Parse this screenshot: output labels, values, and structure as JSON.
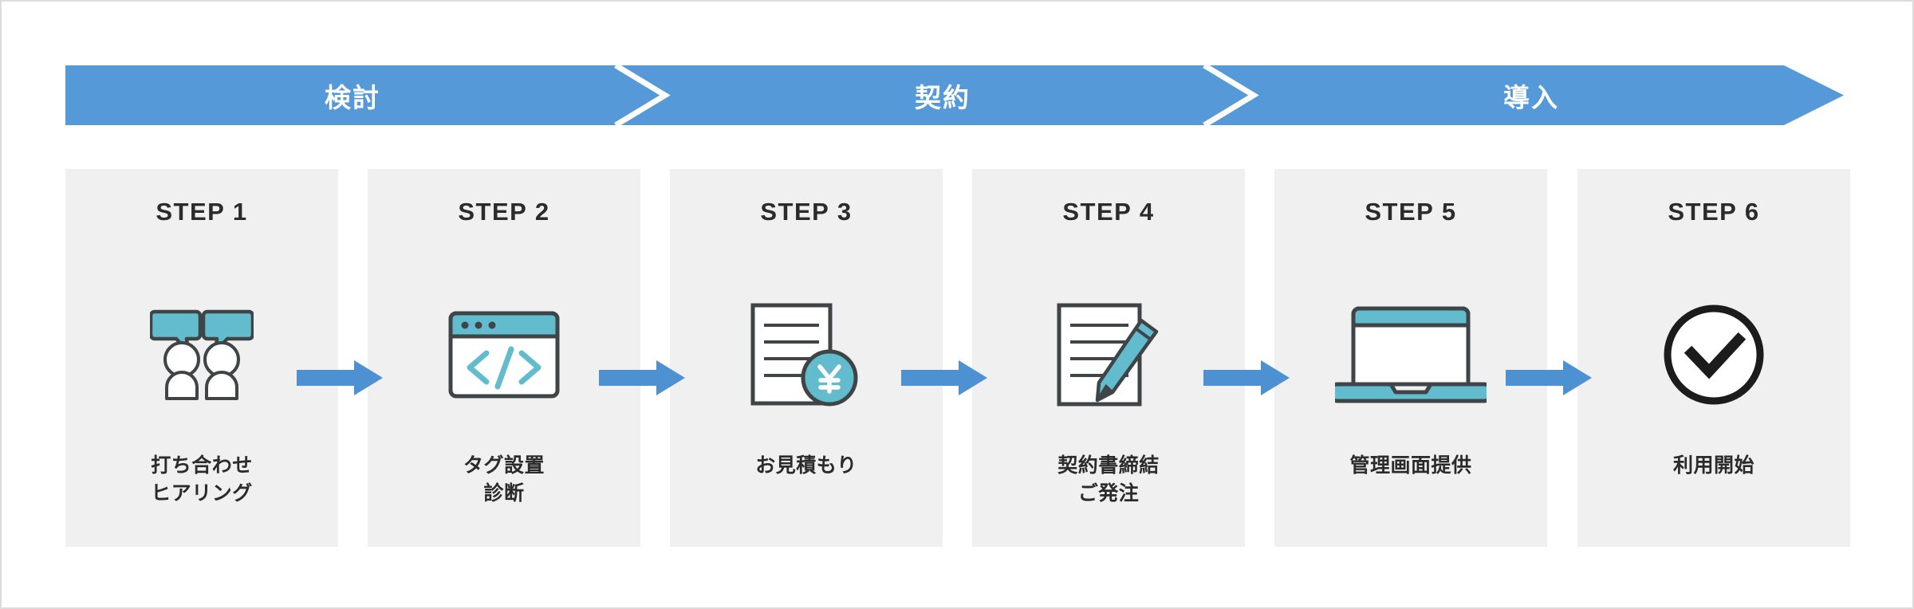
{
  "colors": {
    "banner_blue": "#5599d8",
    "arrow_blue": "#4e91d2",
    "panel_bg": "#f0f0f0",
    "icon_teal": "#62bccd",
    "icon_outline": "#3f4447",
    "text_dark": "#2b2b2b",
    "page_bg": "#ffffff",
    "border_gray": "#dcdcdc"
  },
  "banner": {
    "phases": [
      {
        "label": "検討"
      },
      {
        "label": "契約"
      },
      {
        "label": "導入"
      }
    ],
    "separator_icon": "chevron-right-icon",
    "end_icon": "arrow-right-icon"
  },
  "steps": [
    {
      "title": "STEP 1",
      "icon": "two-people-talking-icon",
      "caption_lines": [
        "打ち合わせ",
        "ヒアリング"
      ]
    },
    {
      "title": "STEP 2",
      "icon": "browser-code-icon",
      "caption_lines": [
        "タグ設置",
        "診断"
      ]
    },
    {
      "title": "STEP 3",
      "icon": "document-yen-icon",
      "caption_lines": [
        "お見積もり"
      ]
    },
    {
      "title": "STEP 4",
      "icon": "document-pencil-icon",
      "caption_lines": [
        "契約書締結",
        "ご発注"
      ]
    },
    {
      "title": "STEP 5",
      "icon": "laptop-icon",
      "caption_lines": [
        "管理画面提供"
      ]
    },
    {
      "title": "STEP 6",
      "icon": "check-circle-icon",
      "caption_lines": [
        "利用開始"
      ]
    }
  ],
  "connectors": [
    {
      "icon": "arrow-right-icon"
    },
    {
      "icon": "arrow-right-icon"
    },
    {
      "icon": "arrow-right-icon"
    },
    {
      "icon": "arrow-right-icon"
    },
    {
      "icon": "arrow-right-icon"
    }
  ]
}
